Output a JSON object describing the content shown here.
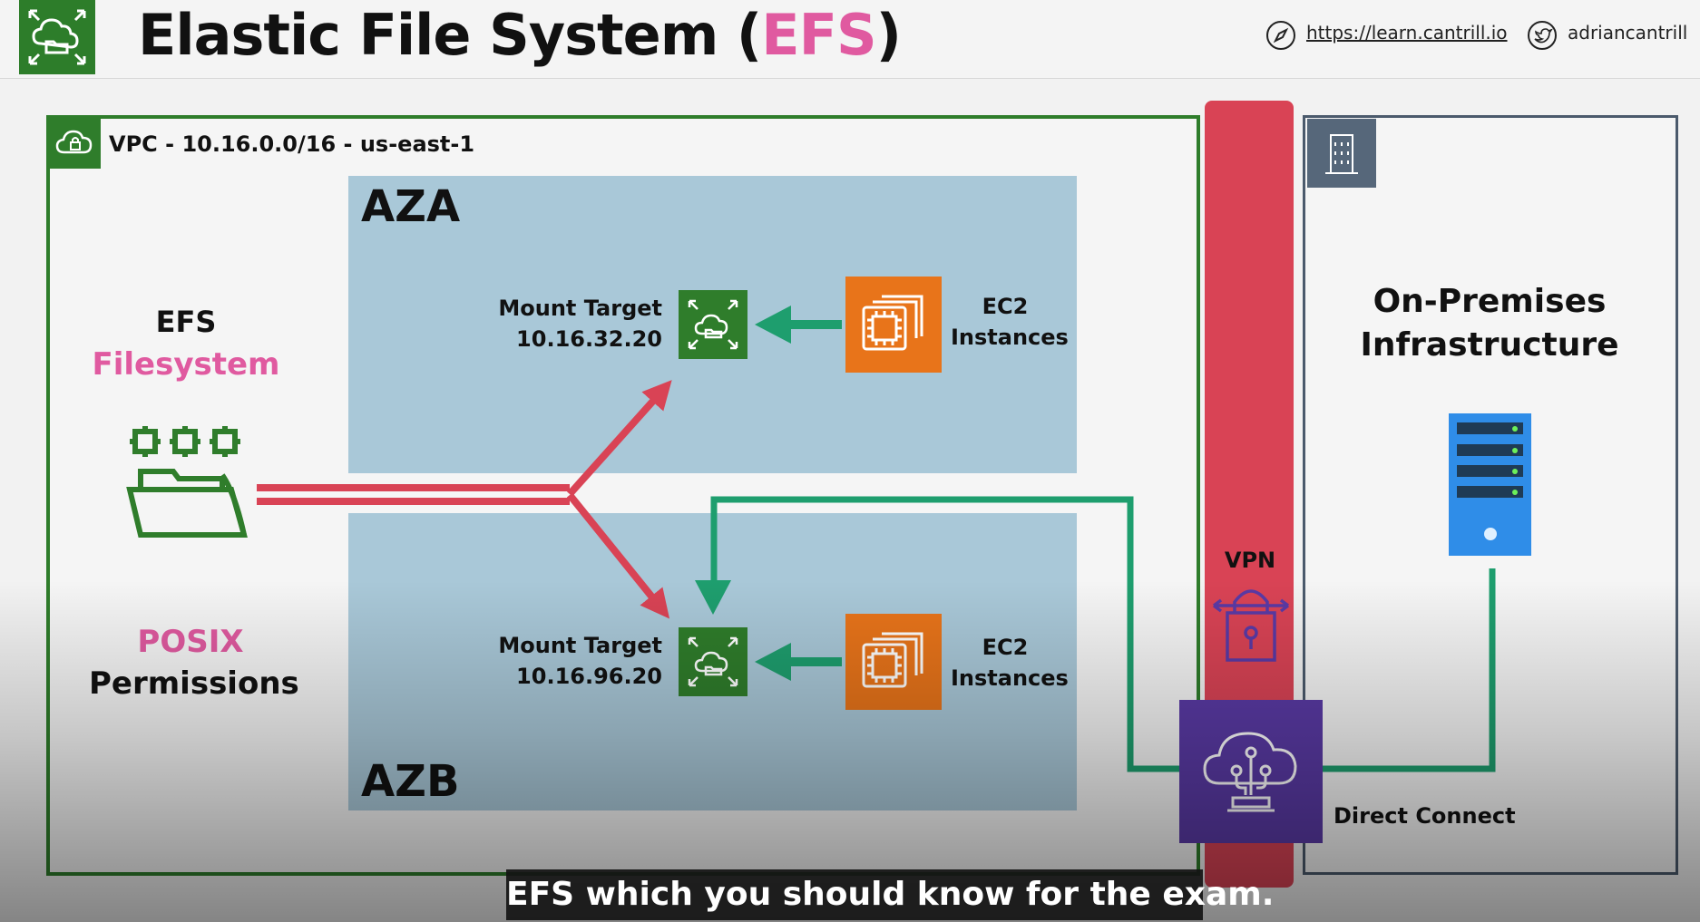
{
  "header": {
    "title_main": "Elastic File System (",
    "title_accent": "EFS",
    "title_close": ")",
    "url_text": "https://learn.cantrill.io",
    "twitter_handle": "adriancantrill"
  },
  "vpc": {
    "label": "VPC - 10.16.0.0/16 - us-east-1"
  },
  "az_a": {
    "label": "AZA",
    "mount_target_label": "Mount Target",
    "mount_target_ip": "10.16.32.20",
    "ec2_line1": "EC2",
    "ec2_line2": "Instances"
  },
  "az_b": {
    "label": "AZB",
    "mount_target_label": "Mount Target",
    "mount_target_ip": "10.16.96.20",
    "ec2_line1": "EC2",
    "ec2_line2": "Instances"
  },
  "efs": {
    "line1": "EFS",
    "line2": "Filesystem"
  },
  "posix": {
    "line1": "POSIX",
    "line2": "Permissions"
  },
  "vpn_label": "VPN",
  "direct_connect_label": "Direct Connect",
  "onprem": {
    "line1": "On-Premises",
    "line2": "Infrastructure"
  },
  "caption": "EFS which you should know for the exam.",
  "colors": {
    "accent_pink": "#e05aa0",
    "aws_green": "#2f7d2b",
    "ec2_orange": "#e8741a",
    "vpn_red": "#d94355",
    "link_green": "#1e9e6e",
    "dx_purple": "#5a3aa5",
    "az_blue": "#a9c8d8"
  },
  "icons": [
    "efs-icon",
    "compass-icon",
    "twitter-icon",
    "vpc-cloud-icon",
    "building-icon",
    "efs-mount-target-icon",
    "ec2-instances-icon",
    "efs-filesystem-icon",
    "vpn-lock-icon",
    "direct-connect-icon",
    "server-icon"
  ]
}
